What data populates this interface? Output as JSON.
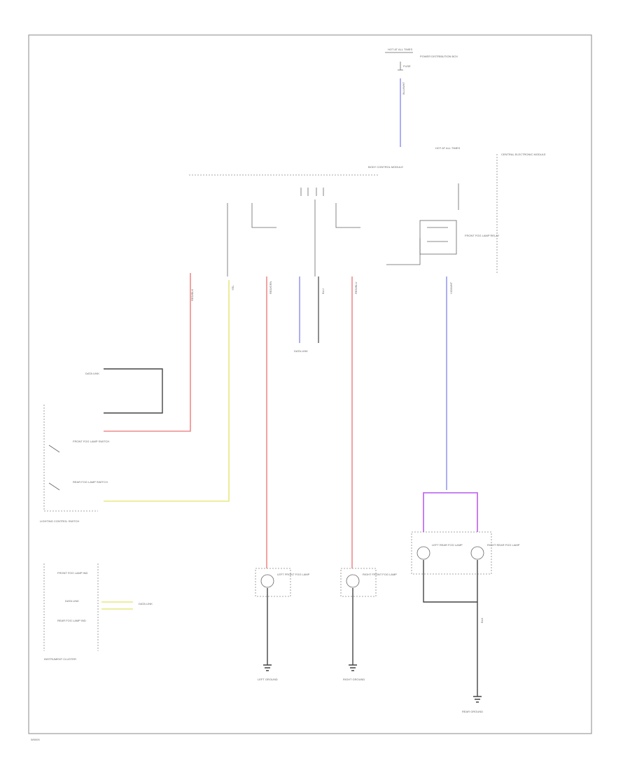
{
  "colors": {
    "wire_red": "#f08a8a",
    "wire_yellow": "#e8e880",
    "wire_blue": "#9a9af0",
    "wire_violet": "#c070f0",
    "wire_black": "#444444",
    "frame": "#8a8a8a",
    "label": "#555555"
  },
  "labels": {
    "top_fuse_box": "HOT AT ALL TIMES",
    "top_fuse_label": "FUSE",
    "top_right_module": "POWER DISTRIBUTION BOX",
    "right_label": "HOT AT ALL TIMES",
    "central_module": "CENTRAL ELECTRONIC MODULE",
    "bcm_label": "BODY CONTROL MODULE",
    "lighting_switch": "LIGHTING CONTROL SWITCH",
    "lighting_switch_front": "FRONT FOG LAMP SWITCH",
    "lighting_switch_rear": "REAR FOG LAMP SWITCH",
    "lighting_switch_feed": "DATA LINK",
    "instrument_cluster": "INSTRUMENT CLUSTER",
    "cluster_front": "FRONT FOG LAMP IND",
    "cluster_rear": "REAR FOG LAMP IND",
    "cluster_text": "DATA LINK",
    "data_link_mid": "DATA LINK",
    "data_link_bottom": "DATA LINK",
    "left_fog_lamp": "LEFT FRONT FOG LAMP",
    "right_fog_lamp": "RIGHT FRONT FOG LAMP",
    "rear_fog_left": "LEFT REAR FOG LAMP",
    "rear_fog_right": "RIGHT REAR FOG LAMP",
    "ground_left": "LEFT GROUND",
    "ground_mid": "RIGHT GROUND",
    "ground_right": "REAR GROUND",
    "relay_label": "FRONT FOG LAMP RELAY",
    "bottom_left_code": "W0000"
  },
  "wire_codes": {
    "top_blue": "BLU/WHT",
    "red_left": "RED/BLK",
    "yellow": "YEL",
    "red_mid": "RED/GRN",
    "blue_mid": "BLU",
    "red_right": "RED/BLU",
    "violet": "VIO/WHT",
    "black_right": "BLK"
  }
}
